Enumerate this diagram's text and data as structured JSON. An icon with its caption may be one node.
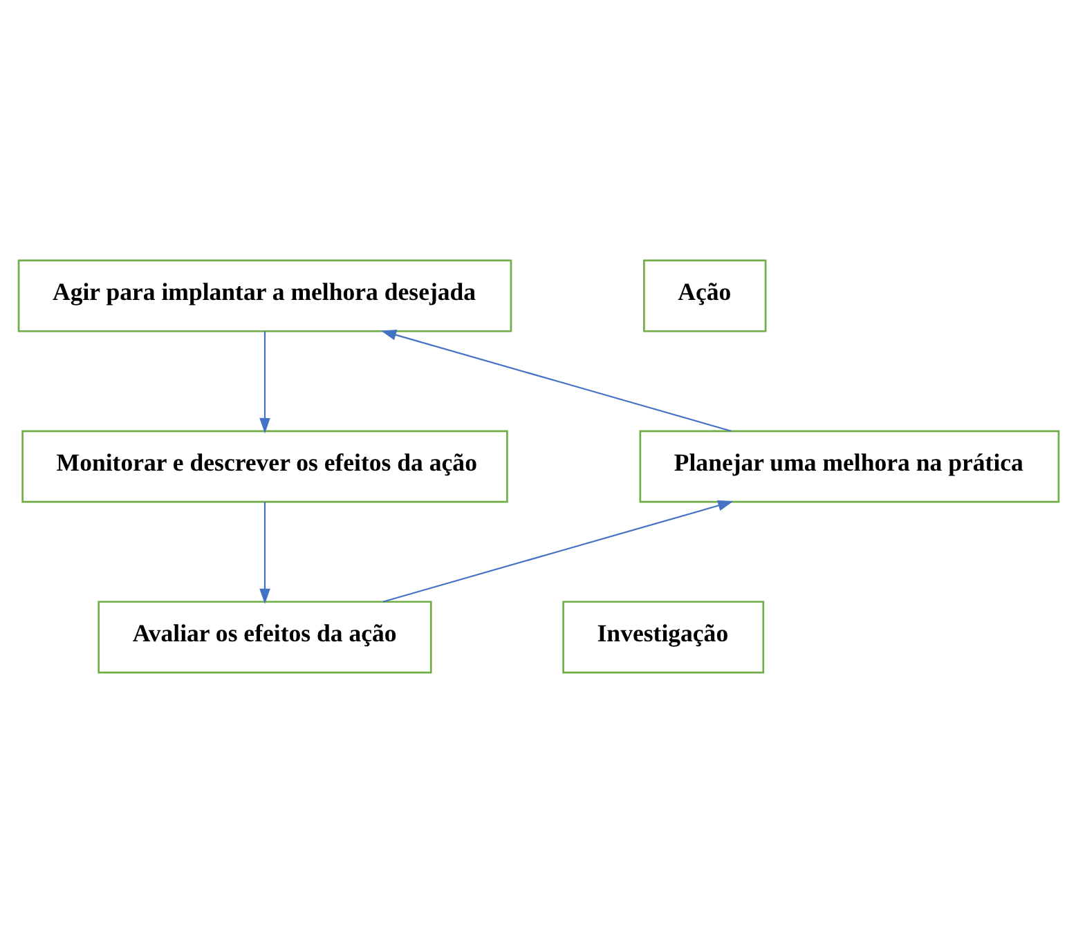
{
  "diagram": {
    "nodes": [
      {
        "text": [
          "Agir para implantar a melhora desejada"
        ]
      },
      {
        "text": [
          "Monitorar e descrever os efeitos da ação"
        ]
      },
      {
        "text": [
          "Avaliar os efeitos da ação"
        ]
      },
      {
        "text": [
          "Planejar uma melhora na prática"
        ]
      },
      {
        "text": [
          "Ação"
        ]
      },
      {
        "text": [
          "Investigação"
        ]
      }
    ],
    "edges": [
      {
        "from": 0,
        "to": 1,
        "arrow": "to"
      },
      {
        "from": 1,
        "to": 2,
        "arrow": "to"
      },
      {
        "from": 2,
        "to": 3,
        "arrow": "to"
      },
      {
        "from": 3,
        "to": 0,
        "arrow": "to"
      }
    ]
  }
}
